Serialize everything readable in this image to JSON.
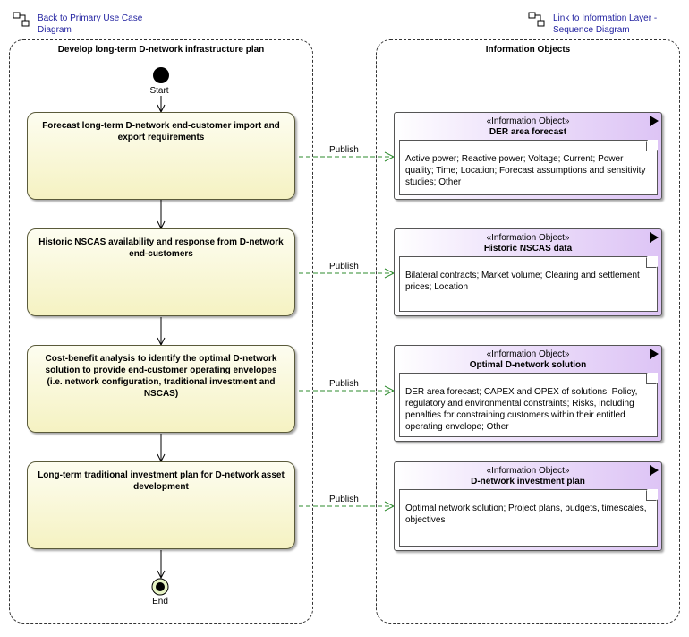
{
  "nav": {
    "back_link": "Back to Primary Use Case\nDiagram",
    "forward_link": "Link to Information Layer -\nSequence Diagram"
  },
  "partitions": {
    "left_title": "Develop long-term D-network infrastructure plan",
    "right_title": "Information Objects"
  },
  "start_label": "Start",
  "end_label": "End",
  "actions": [
    {
      "label": "Forecast long-term D-network end-customer import and export requirements"
    },
    {
      "label": "Historic NSCAS availability and response from D-network end-customers"
    },
    {
      "label": "Cost-benefit analysis to identify the optimal D-network solution to provide end-customer operating envelopes (i.e. network configuration, traditional investment and NSCAS)"
    },
    {
      "label": "Long-term traditional investment plan for D-network asset development"
    }
  ],
  "flows": [
    {
      "label": "Publish"
    },
    {
      "label": "Publish"
    },
    {
      "label": "Publish"
    },
    {
      "label": "Publish"
    }
  ],
  "info_objects": [
    {
      "stereotype": "«Information Object»",
      "name": "DER area forecast",
      "note": "Active power; Reactive power; Voltage; Current; Power quality; Time; Location; Forecast assumptions and sensitivity studies; Other"
    },
    {
      "stereotype": "«Information Object»",
      "name": "Historic NSCAS data",
      "note": "Bilateral contracts; Market volume; Clearing and settlement prices; Location"
    },
    {
      "stereotype": "«Information Object»",
      "name": "Optimal D-network solution",
      "note": "DER area forecast; CAPEX and OPEX of solutions; Policy, regulatory and environmental constraints; Risks, including penalties for constraining customers within their entitled operating envelope; Other"
    },
    {
      "stereotype": "«Information Object»",
      "name": "D-network investment plan",
      "note": "Optimal network solution; Project plans, budgets, timescales, objectives"
    }
  ],
  "colors": {
    "action_fill": "#f5f2c2",
    "info_fill": "#ddc4f5",
    "flow_line": "#2e8b2e",
    "link_text": "#1f1f9f"
  }
}
